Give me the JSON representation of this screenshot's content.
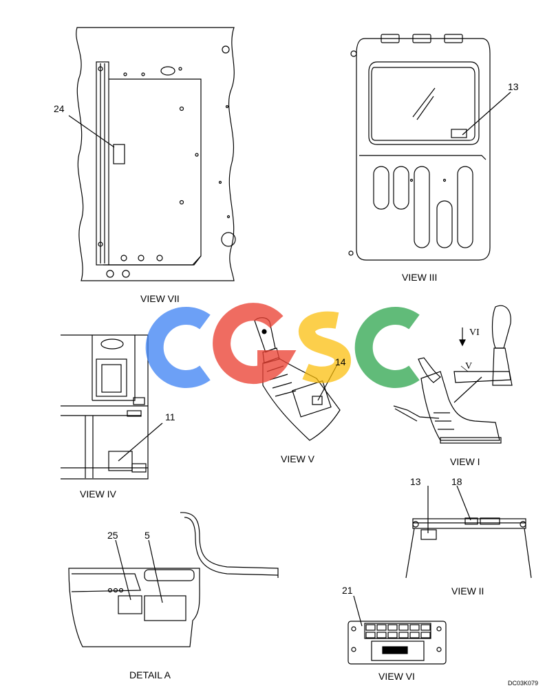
{
  "views": {
    "vii": "VIEW VII",
    "iii": "VIEW III",
    "iv": "VIEW IV",
    "v": "VIEW V",
    "i": "VIEW I",
    "ii": "VIEW II",
    "vi": "VIEW VI",
    "detail_a": "DETAIL A"
  },
  "callouts": {
    "c24": "24",
    "c13_top": "13",
    "c14": "14",
    "c11": "11",
    "c13_ii": "13",
    "c18": "18",
    "c25": "25",
    "c5": "5",
    "c21": "21",
    "arrow_vi": "VI",
    "arrow_v": "V"
  },
  "drawing_code": "DC03K079",
  "watermark": {
    "letters": [
      "C",
      "G",
      "S",
      "C"
    ],
    "colors": [
      "#4285F4",
      "#EA4335",
      "#FBBC05",
      "#34A853"
    ]
  }
}
